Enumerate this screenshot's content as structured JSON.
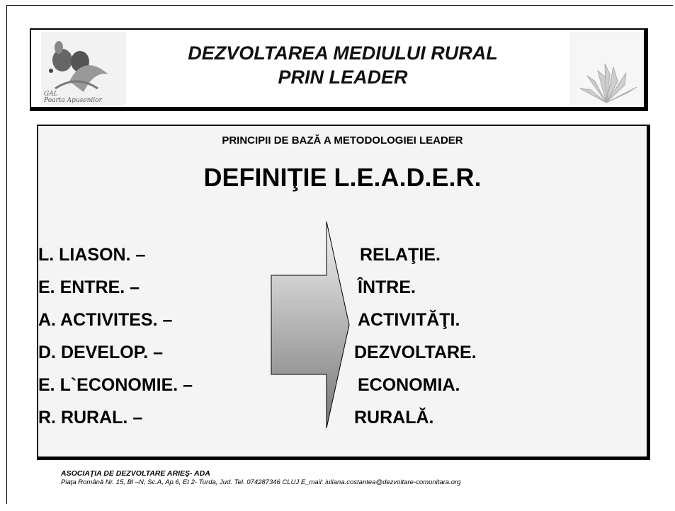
{
  "banner": {
    "title_line1": "DEZVOLTAREA MEDIULUI RURAL",
    "title_line2": "PRIN    LEADER",
    "logo_text_line1": "GAL",
    "logo_text_line2": "Poarta Apusenilor"
  },
  "main": {
    "subtitle": "PRINCIPII DE BAZĂ  A METODOLOGIEI LEADER",
    "title": "DEFINIŢIE L.E.A.D.E.R.",
    "left_items": [
      "L.  LIASON. –",
      "E.  ENTRE. –",
      "A.  ACTIVITES. –",
      "D.  DEVELOP. –",
      "E.  L`ECONOMIE. –",
      "R.  RURAL. –"
    ],
    "right_items": [
      "RELAŢIE.",
      "ÎNTRE.",
      "ACTIVITĂŢI.",
      "DEZVOLTARE.",
      "ECONOMIA.",
      "RURALĂ."
    ]
  },
  "footer": {
    "org": "ASOCIAŢIA  DE  DEZVOLTARE  ARIEŞ- ADA",
    "address": "Piaţa Română Nr. 15, Bl –N, Sc.A, Ap.6, Et 2- Turda, Jud. Tel. 074287346  CLUJ E_mail: iuliana.costantea@dezvoltare-comunitara.org"
  },
  "colors": {
    "border": "#000000",
    "panel": "#f4f4f4",
    "arrow_light": "#eeeeee",
    "arrow_dark": "#7a7a7a"
  },
  "icons": [
    "logo-image",
    "sunflower-image",
    "right-arrow-icon"
  ]
}
